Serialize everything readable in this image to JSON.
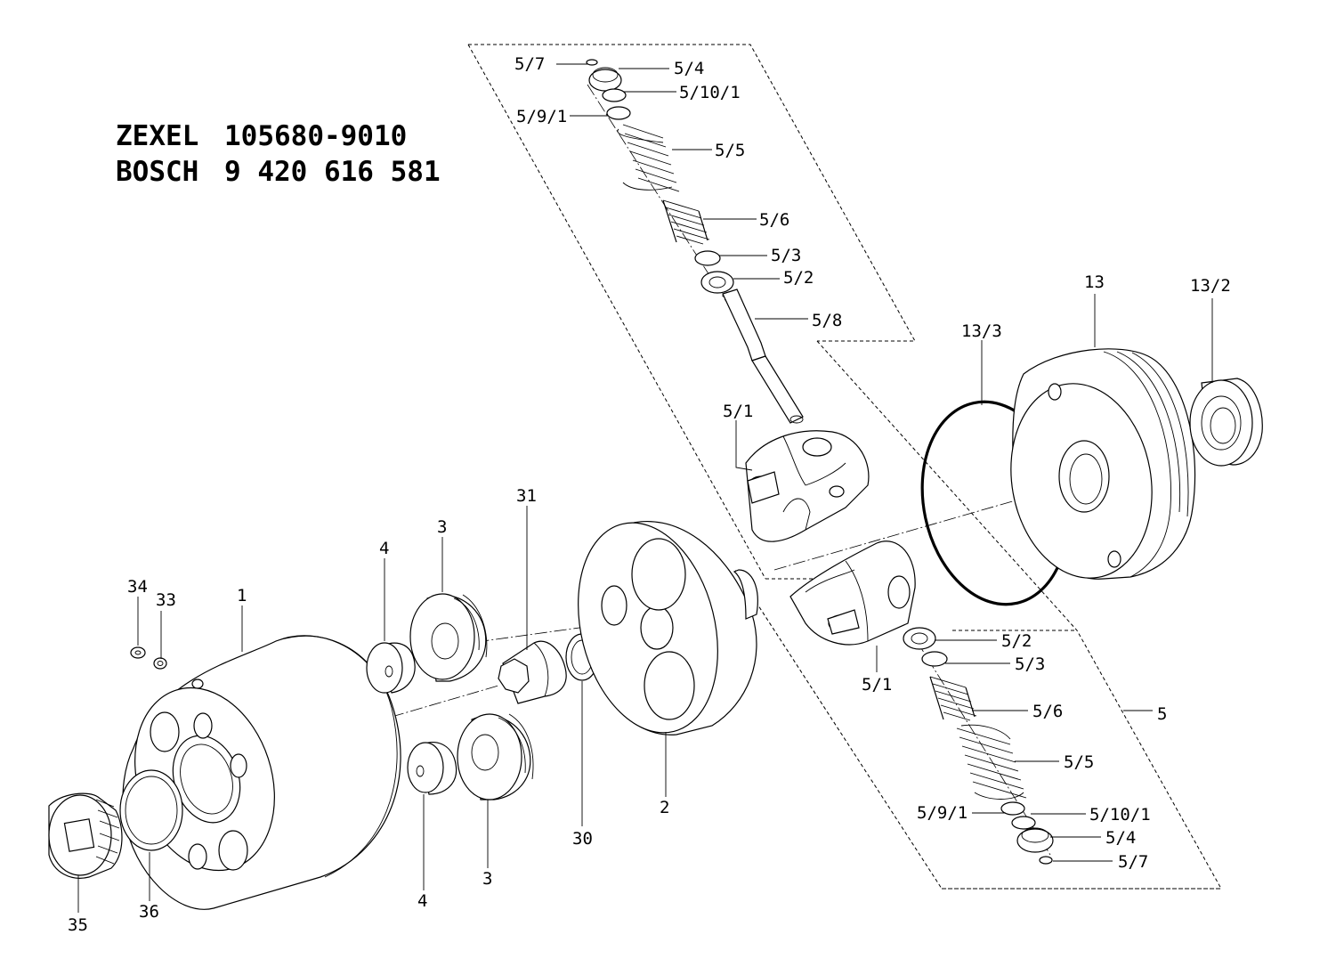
{
  "header": {
    "line1_brand": "ZEXEL",
    "line1_number": "105680-9010",
    "line2_brand": "BOSCH",
    "line2_number": "9 420 616 581"
  },
  "callouts": {
    "c57_top": "5/7",
    "c54_top": "5/4",
    "c5101_top": "5/10/1",
    "c591_top": "5/9/1",
    "c55_top": "5/5",
    "c56_top": "5/6",
    "c53_top": "5/3",
    "c52_top": "5/2",
    "c58": "5/8",
    "c51_top": "5/1",
    "c13": "13",
    "c132": "13/2",
    "c133": "13/3",
    "c31": "31",
    "c3_top": "3",
    "c4_top": "4",
    "c34": "34",
    "c33": "33",
    "c1": "1",
    "c52_bot": "5/2",
    "c53_bot": "5/3",
    "c51_bot": "5/1",
    "c56_bot": "5/6",
    "c5": "5",
    "c55_bot": "5/5",
    "c591_bot": "5/9/1",
    "c5101_bot": "5/10/1",
    "c54_bot": "5/4",
    "c57_bot": "5/7",
    "c2": "2",
    "c30": "30",
    "c3_bot": "3",
    "c4_bot": "4",
    "c36": "36",
    "c35": "35"
  }
}
